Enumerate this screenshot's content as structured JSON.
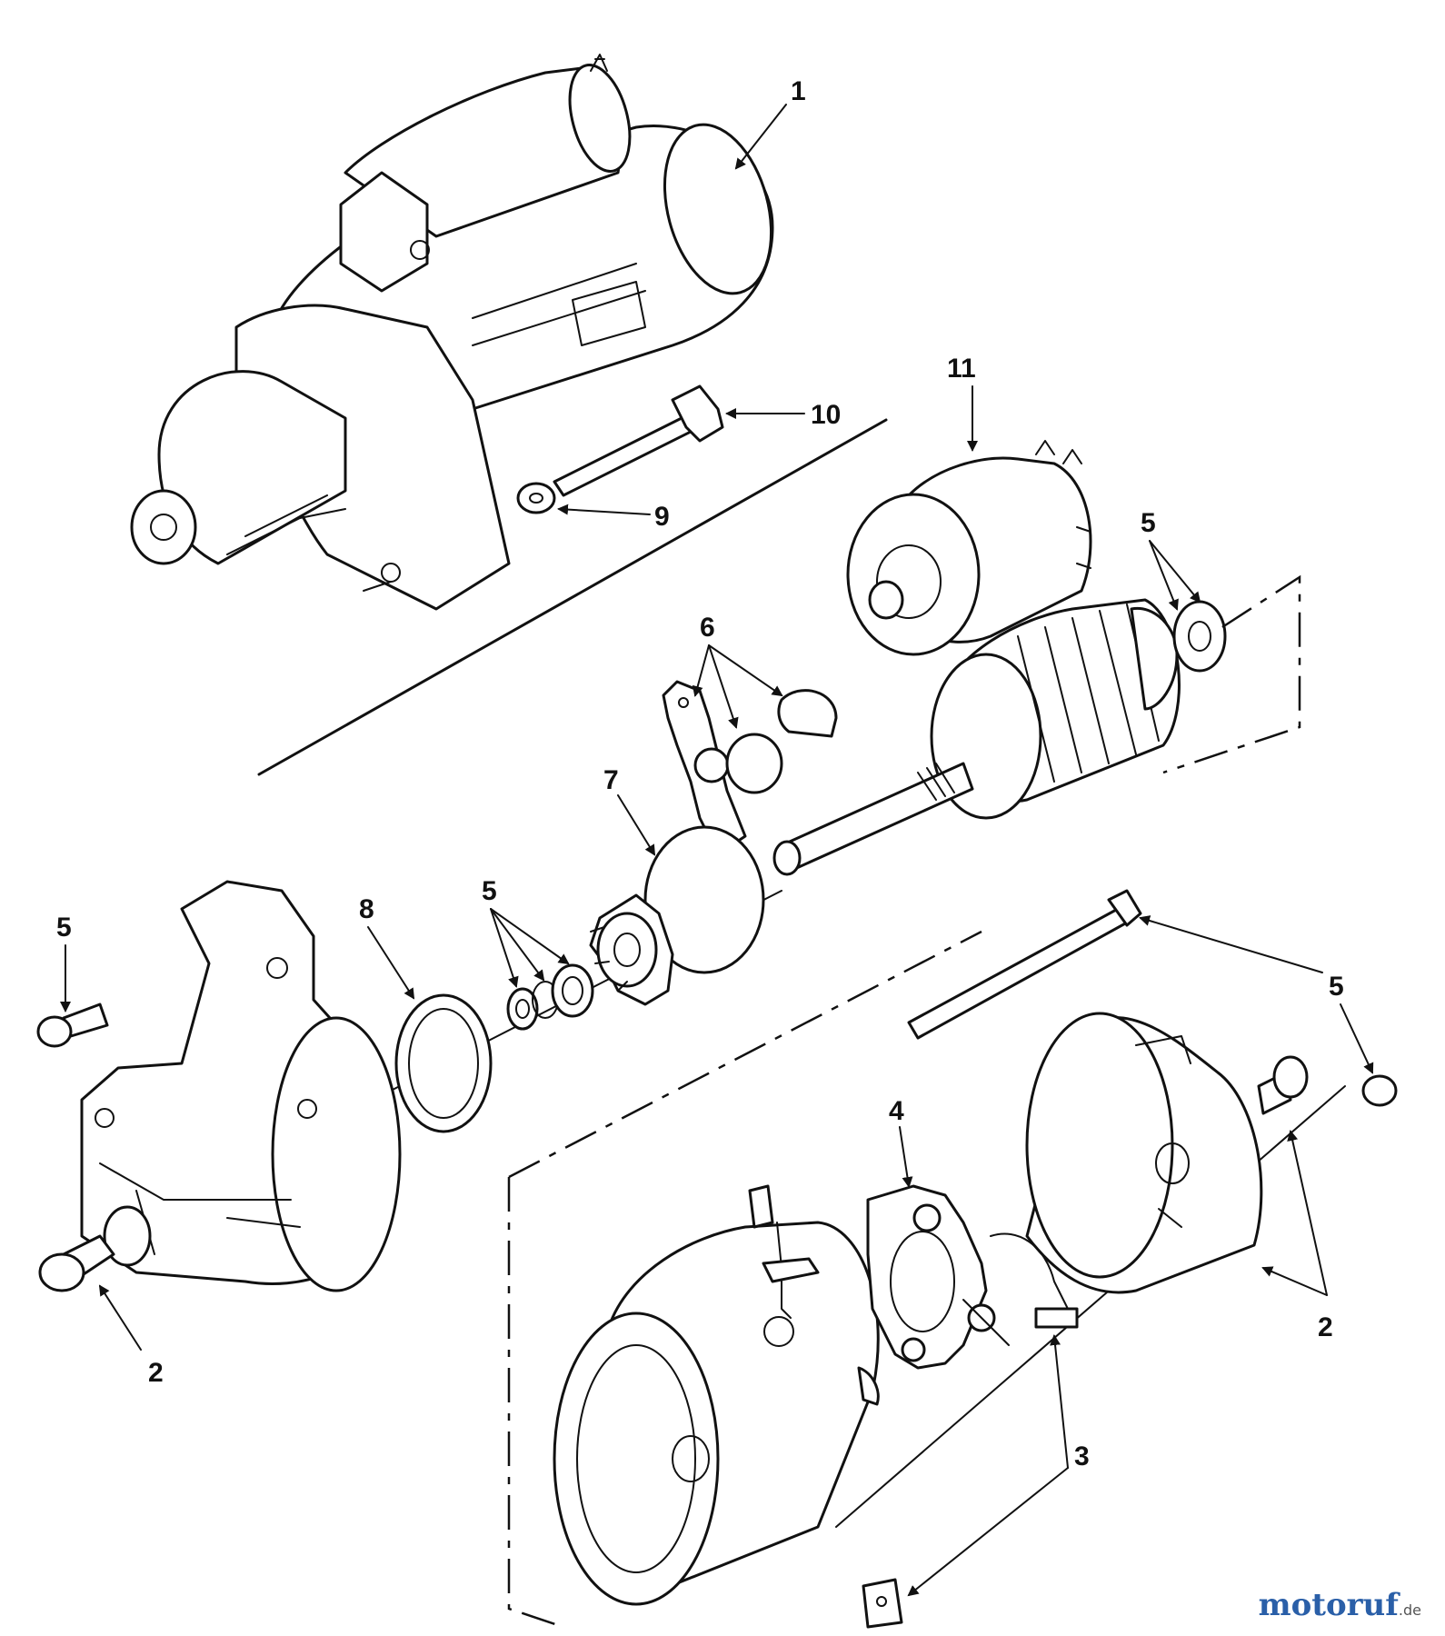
{
  "callouts": {
    "c1": "1",
    "c2a": "2",
    "c2b": "2",
    "c3": "3",
    "c4": "4",
    "c5a": "5",
    "c5b": "5",
    "c5c": "5",
    "c5d": "5",
    "c6": "6",
    "c7": "7",
    "c8": "8",
    "c9": "9",
    "c10": "10",
    "c11": "11"
  },
  "watermark": {
    "text": "motoruf",
    "suffix": ".de"
  }
}
